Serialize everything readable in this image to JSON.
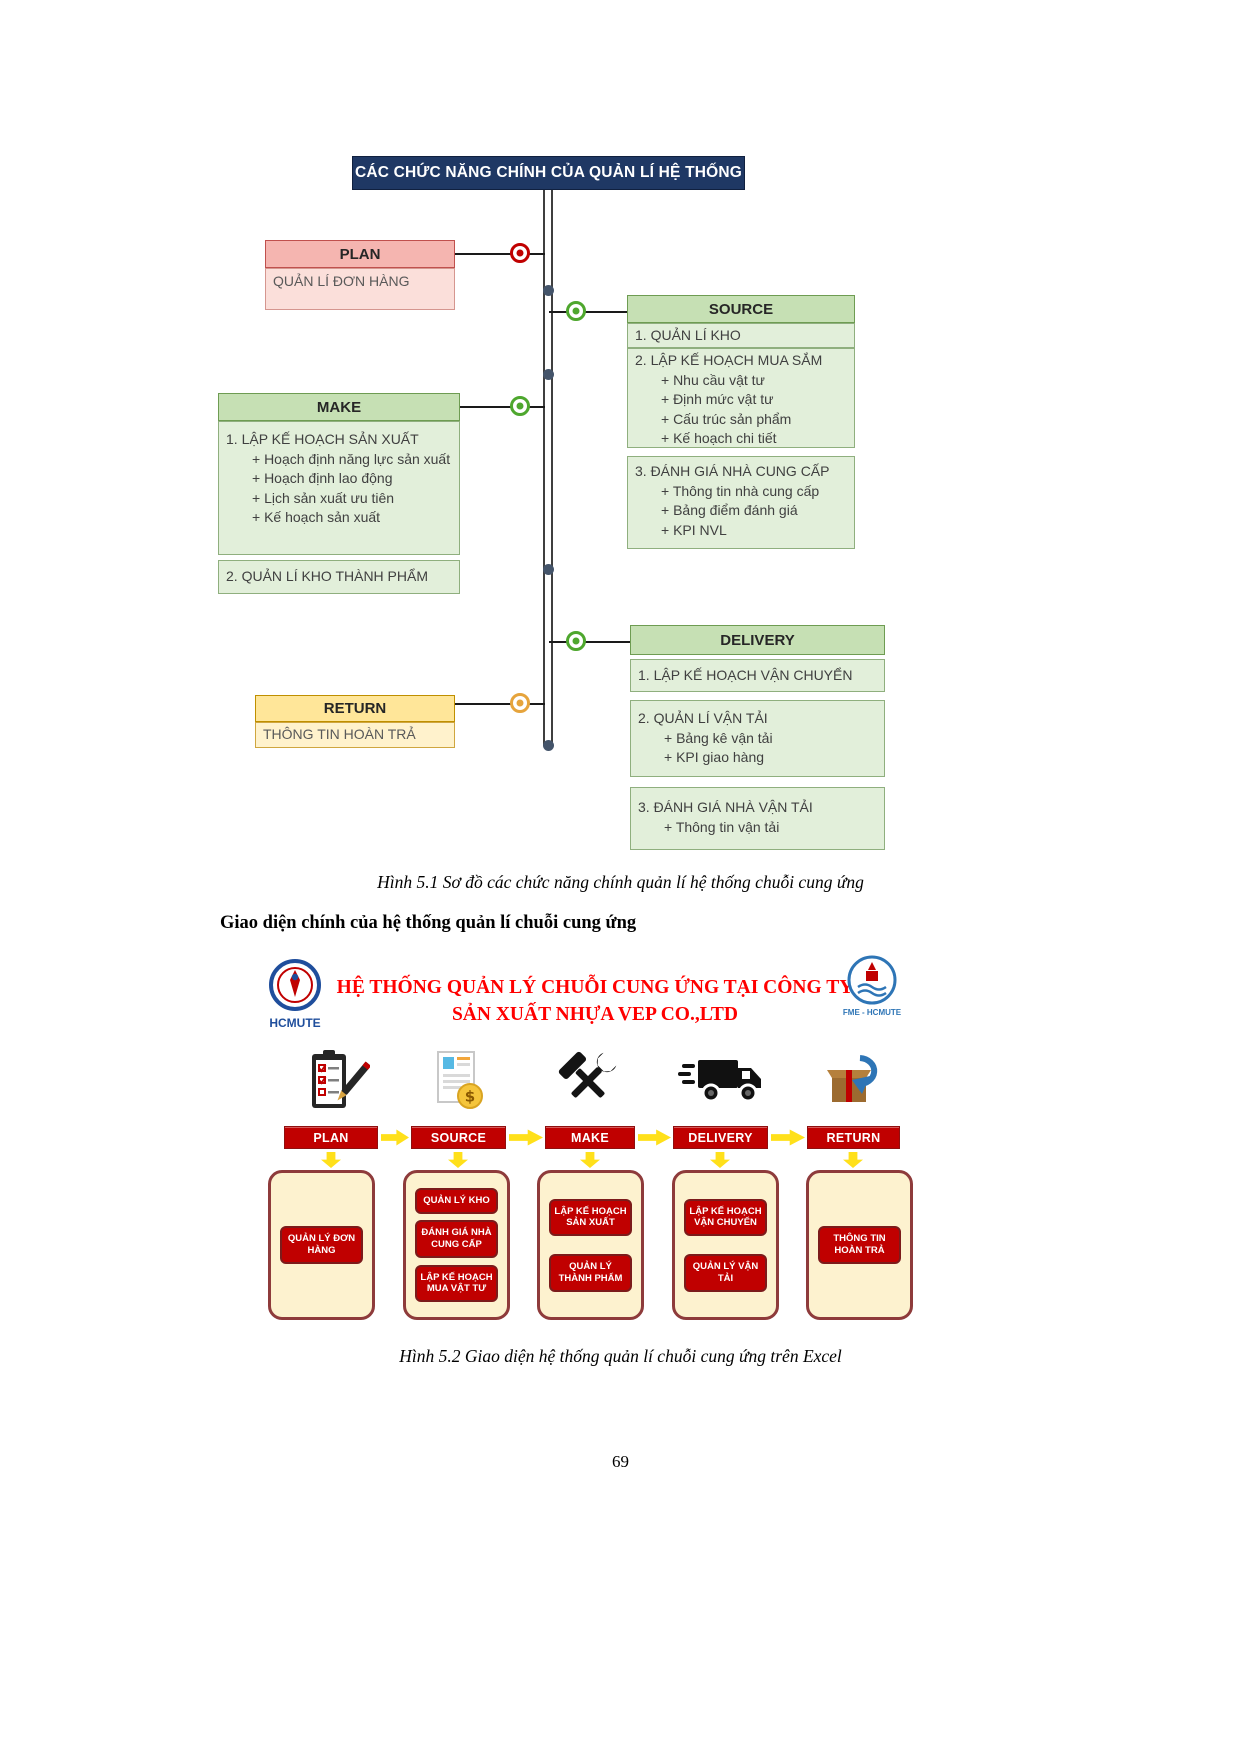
{
  "figure1": {
    "title": "CÁC CHỨC NĂNG CHÍNH CỦA QUẢN LÍ HỆ THỐNG",
    "plan": {
      "header": "PLAN",
      "item": "QUẢN LÍ ĐƠN HÀNG"
    },
    "source": {
      "header": "SOURCE",
      "item1": "1. QUẢN LÍ KHO",
      "item2": "2. LẬP KẾ HOẠCH MUA SẮM",
      "item2_subs": [
        "+ Nhu cầu vật tư",
        "+ Định mức vật tư",
        "+ Cấu trúc sản phẩm",
        "+ Kế hoạch chi tiết"
      ],
      "item3": "3. ĐÁNH GIÁ NHÀ CUNG CẤP",
      "item3_subs": [
        "+ Thông tin nhà cung cấp",
        "+ Bảng điểm đánh giá",
        "+ KPI NVL"
      ]
    },
    "make": {
      "header": "MAKE",
      "item1": "1. LẬP KẾ HOẠCH SẢN XUẤT",
      "item1_subs": [
        "+ Hoạch định năng lực sản xuất",
        "+ Hoạch định lao động",
        "+ Lịch sản xuất ưu tiên",
        "+ Kế hoạch sản xuất"
      ],
      "item2": "2. QUẢN LÍ KHO THÀNH PHẨM"
    },
    "delivery": {
      "header": "DELIVERY",
      "item1": "1. LẬP KẾ HOẠCH VẬN CHUYỂN",
      "item2": "2. QUẢN LÍ VẬN TẢI",
      "item2_subs": [
        "+ Bảng kê vận tải",
        "+ KPI giao hàng"
      ],
      "item3": "3. ĐÁNH GIÁ NHÀ VẬN TẢI",
      "item3_subs": [
        "+ Thông tin vận tải"
      ]
    },
    "return": {
      "header": "RETURN",
      "item": "THÔNG TIN HOÀN TRẢ"
    },
    "caption": "Hình 5.1 Sơ đồ các chức năng chính quản lí hệ thống chuỗi cung ứng"
  },
  "section_heading": "Giao diện chính của hệ thống quản lí chuỗi cung ứng",
  "figure2": {
    "banner": {
      "line1": "HỆ THỐNG QUẢN LÝ CHUỖI CUNG ỨNG TẠI CÔNG TY",
      "line2": "SẢN XUẤT NHỰA VEP CO.,LTD",
      "logo_left_label": "HCMUTE",
      "logo_right_label": "FME - HCMUTE"
    },
    "columns": [
      {
        "button": "PLAN",
        "icon": "clipboard-checklist-pencil-icon",
        "items": [
          "QUẢN LÝ ĐƠN HÀNG"
        ]
      },
      {
        "button": "SOURCE",
        "icon": "invoice-dollar-icon",
        "items": [
          "QUẢN LÝ KHO",
          "ĐÁNH GIÁ NHÀ CUNG CẤP",
          "LẬP KẾ HOẠCH MUA VẬT TƯ"
        ]
      },
      {
        "button": "MAKE",
        "icon": "wrench-hammer-icon",
        "items": [
          "LẬP KẾ HOẠCH SẢN XUẤT",
          "QUẢN LÝ THÀNH PHẨM"
        ]
      },
      {
        "button": "DELIVERY",
        "icon": "delivery-truck-icon",
        "items": [
          "LẬP KẾ HOẠCH VẬN CHUYỂN",
          "QUẢN LÝ VẬN TẢI"
        ]
      },
      {
        "button": "RETURN",
        "icon": "return-package-icon",
        "items": [
          "THÔNG TIN HOÀN TRẢ"
        ]
      }
    ],
    "dollar_glyph": "$",
    "caption": "Hình 5.2 Giao diện hệ thống quản lí chuỗi cung ứng trên Excel"
  },
  "page_number": "69",
  "colors": {
    "diagram_title_bg": "#1F3864",
    "plan_header_bg": "#F5B5B0",
    "plan_body_bg": "#FBDFDA",
    "green_header_bg": "#C6E0B4",
    "green_body_bg": "#E2EFDA",
    "return_header_bg": "#FFE699",
    "return_body_bg": "#FFF2CC",
    "button_red": "#C00000",
    "panel_yellow": "#FDF2CF",
    "arrow_yellow": "#FFE01A",
    "banner_title_red": "#FF0000"
  }
}
